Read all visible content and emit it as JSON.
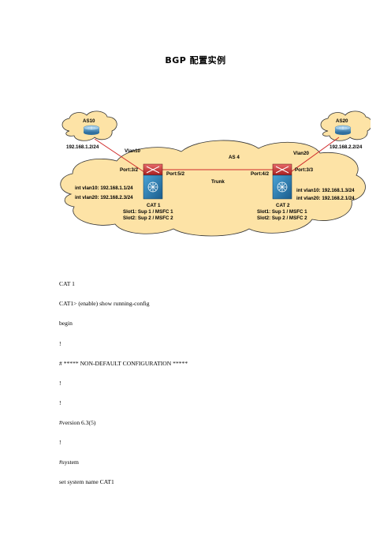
{
  "page": {
    "title": "BGP 配置实例"
  },
  "diagram": {
    "as10": "AS10",
    "as10_ip": "192.168.1.2/24",
    "as20": "AS20",
    "as20_ip": "192.168.2.2/24",
    "as4": "AS 4",
    "vlan10": "Vlan10",
    "vlan20": "Vlan20",
    "trunk": "Trunk",
    "cat1": {
      "name": "CAT 1",
      "port_left": "Port:3/2",
      "port_right": "Port:5/2",
      "int1": "int vlan10: 192.168.1.1/24",
      "int2": "int vlan20: 192.168.2.3/24",
      "slot1": "Slot1: Sup 1  /  MSFC 1",
      "slot2": "Slot2: Sup 2  /  MSFC 2"
    },
    "cat2": {
      "name": "CAT 2",
      "port_left": "Port:4/2",
      "port_right": "Port:3/3",
      "int1": "int vlan10: 192.168.1.3/24",
      "int2": "int vlan20: 192.168.2.1/24",
      "slot1": "Slot1: Sup 1  /  MSFC 1",
      "slot2": "Slot2: Sup 2  /  MSFC 2"
    }
  },
  "config_lines": [
    "CAT 1",
    "CAT1> (enable) show running-config",
    "begin",
    "!",
    "# ***** NON-DEFAULT CONFIGURATION *****",
    "!",
    "!",
    "#version 6.3(5)",
    "!",
    "#system",
    "set system name CAT1"
  ]
}
